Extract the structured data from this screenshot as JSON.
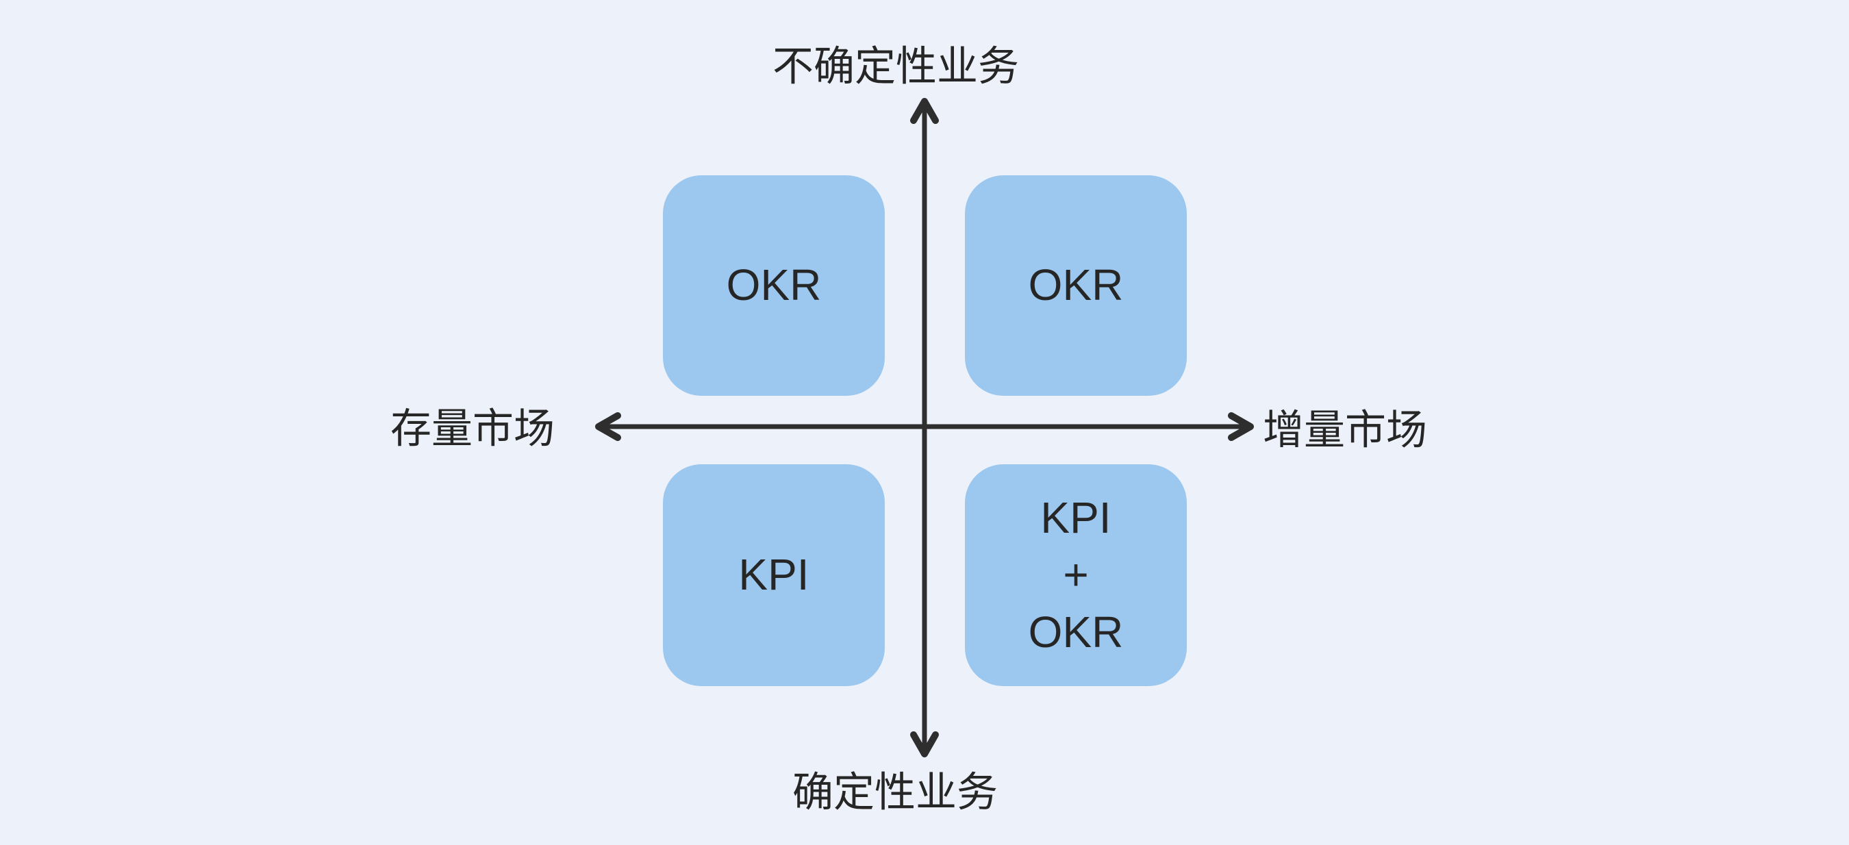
{
  "diagram": {
    "type": "quadrant-matrix",
    "background_color": "#edf2fa",
    "colors": {
      "box_fill": "#9cc8ef",
      "axis_line": "#2e2e2e",
      "text": "#262626"
    }
  },
  "axes": {
    "top_label": "不确定性业务",
    "bottom_label": "确定性业务",
    "left_label": "存量市场",
    "right_label": "增量市场"
  },
  "quadrants": [
    {
      "position": "top-left",
      "lines": [
        "OKR"
      ]
    },
    {
      "position": "top-right",
      "lines": [
        "OKR"
      ]
    },
    {
      "position": "bottom-left",
      "lines": [
        "KPI"
      ]
    },
    {
      "position": "bottom-right",
      "lines": [
        "KPI",
        "+",
        "OKR"
      ]
    }
  ]
}
